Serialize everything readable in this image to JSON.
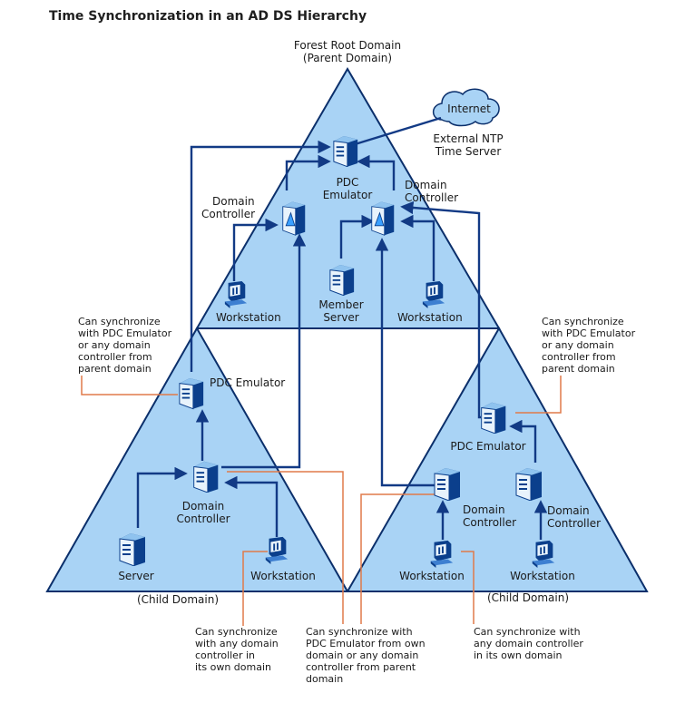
{
  "title": "Time Synchronization in an AD DS Hierarchy",
  "forest_root": {
    "line1": "Forest Root Domain",
    "line2": "(Parent Domain)"
  },
  "internet": {
    "label": "Internet",
    "ntp_line1": "External NTP",
    "ntp_line2": "Time Server"
  },
  "root": {
    "pdc_line1": "PDC",
    "pdc_line2": "Emulator",
    "dc_left_line1": "Domain",
    "dc_left_line2": "Controller",
    "dc_right_line1": "Domain",
    "dc_right_line2": "Controller",
    "ws_left": "Workstation",
    "member_line1": "Member",
    "member_line2": "Server",
    "ws_right": "Workstation"
  },
  "left_child": {
    "pdc": "PDC Emulator",
    "dc_line1": "Domain",
    "dc_line2": "Controller",
    "server": "Server",
    "ws": "Workstation",
    "domain": "(Child Domain)"
  },
  "right_child": {
    "pdc": "PDC Emulator",
    "dc1_line1": "Domain",
    "dc1_line2": "Controller",
    "dc2_line1": "Domain",
    "dc2_line2": "Controller",
    "ws1": "Workstation",
    "ws2": "Workstation",
    "domain": "(Child Domain)"
  },
  "annotations": {
    "left_pdc": [
      "Can synchronize",
      "with PDC Emulator",
      "or any domain",
      "controller from",
      "parent domain"
    ],
    "right_pdc": [
      "Can synchronize",
      "with PDC Emulator",
      "or any domain",
      "controller from",
      "parent domain"
    ],
    "left_ws": [
      "Can synchronize",
      "with any domain",
      "controller in",
      "its own domain"
    ],
    "mid_dc": [
      "Can synchronize with",
      "PDC Emulator from own",
      "domain or any domain",
      "controller from parent",
      "domain"
    ],
    "right_ws": [
      "Can synchronize with",
      "any domain controller",
      "in its own domain"
    ]
  },
  "icons": [
    "server-icon",
    "domain-controller-icon",
    "workstation-icon",
    "cloud-icon"
  ],
  "colors": {
    "triangle_fill": "#a9d3f5",
    "triangle_stroke": "#0b2f6b",
    "arrow": "#123a85",
    "callout": "#e07a4a"
  }
}
